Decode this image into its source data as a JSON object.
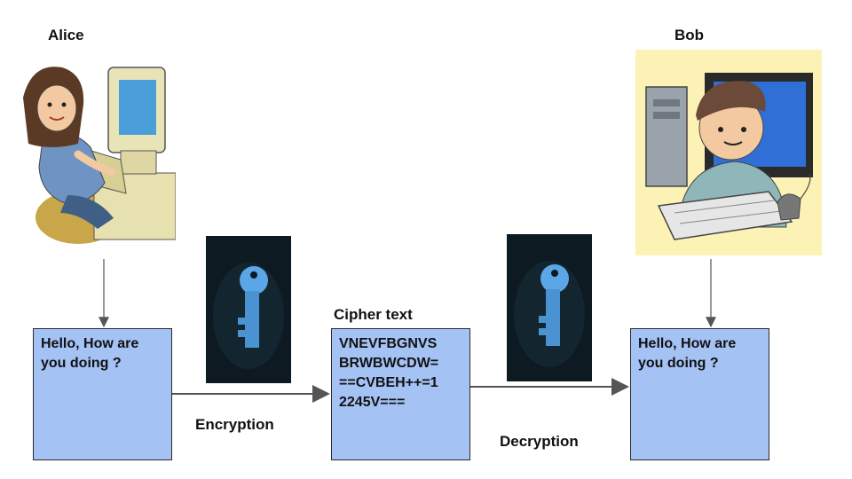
{
  "alice": {
    "name": "Alice",
    "message": "Hello, How are\nyou doing ?"
  },
  "bob": {
    "name": "Bob",
    "message": "Hello, How are\nyou doing ?"
  },
  "cipher": {
    "title": "Cipher text",
    "text": "VNEVFBGNVS\nBRWBWCDW=\n==CVBEH++=1\n2245V==="
  },
  "steps": {
    "encryption": "Encryption",
    "decryption": "Decryption"
  },
  "colors": {
    "box_fill": "#a4c2f4",
    "arrow": "#555555",
    "key": "#5aa6e6",
    "key_bg": "#0d1a22"
  },
  "icons": [
    "person-at-computer-illustration",
    "key-icon"
  ]
}
